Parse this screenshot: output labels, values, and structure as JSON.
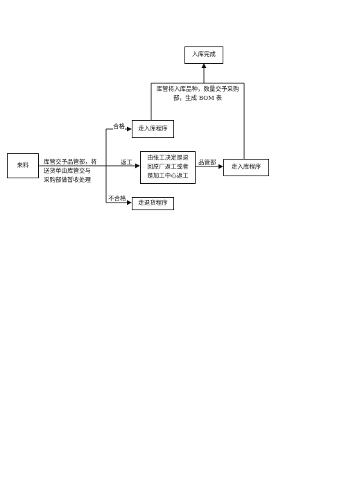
{
  "nodes": {
    "source": "来料",
    "warehouse_done": "入库完成",
    "inbound_top": "走入库程序",
    "decision": [
      "由张工决定是退",
      "回原厂返工或者",
      "是加工中心返工"
    ],
    "inbound_right": "走入库程序",
    "return": "走退货程序"
  },
  "notes": {
    "handover": [
      "库管交予品管部，将",
      "送货单由库管交与",
      "采购部做暂收处理"
    ],
    "bom": [
      "库管将入库品种，数量交予采购",
      "部，生成 BOM 表"
    ]
  },
  "edge_labels": {
    "pass": "合格",
    "rework": "返工",
    "qc_dept": "品管部",
    "fail": "不合格"
  }
}
